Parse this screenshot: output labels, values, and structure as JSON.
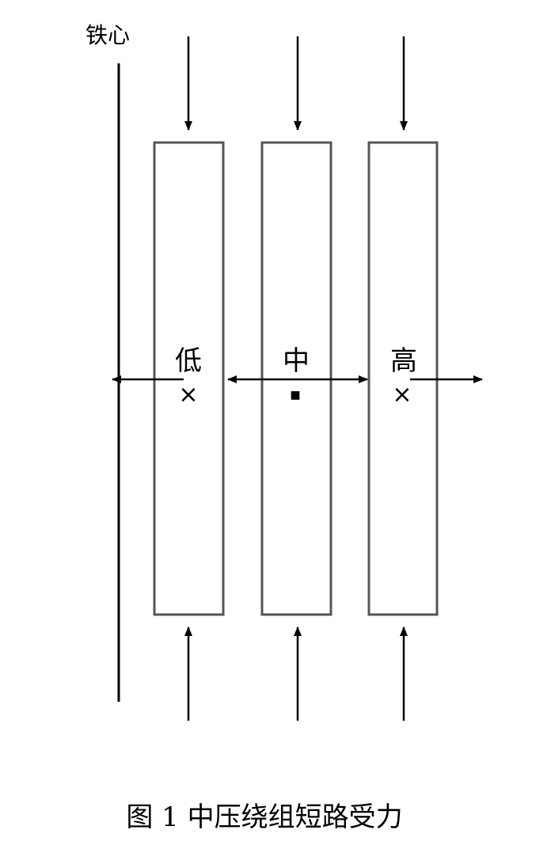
{
  "core": {
    "label": "铁心"
  },
  "windings": [
    {
      "id": "low",
      "label": "低",
      "current_symbol": "×",
      "radial_force": "toward-core"
    },
    {
      "id": "medium",
      "label": "中",
      "current_symbol": "■",
      "radial_force": "both-directions"
    },
    {
      "id": "high",
      "label": "高",
      "current_symbol": "×",
      "radial_force": "outward"
    }
  ],
  "axial_force": "compressive",
  "caption": "图 1 中压绕组短路受力",
  "colors": {
    "line": "#000000",
    "winding_border": "#555555",
    "background": "#ffffff"
  }
}
